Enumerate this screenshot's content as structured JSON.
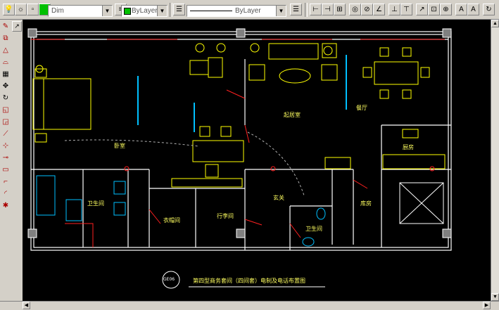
{
  "toolbar": {
    "layer_combo": "Dim",
    "color_combo": "ByLayer",
    "linetype_combo": "ByLayer",
    "lineweight_label": "",
    "right_buttons": [
      "dim-linear",
      "dim-aligned",
      "dim-ordinate",
      "dim-radius",
      "dim-diameter",
      "dim-angular",
      "dim-baseline",
      "dim-continue",
      "dim-leader",
      "dim-tolerance",
      "dim-center",
      "dim-edit",
      "dim-text-edit",
      "dim-update"
    ]
  },
  "drawing": {
    "rooms": {
      "living": "起居室",
      "dining": "餐厅",
      "bedroom": "卧室",
      "kitchen": "厨房",
      "bath_left": "卫生间",
      "closet": "衣帽间",
      "luggage": "行李间",
      "foyer": "玄关",
      "bath_right": "卫生间",
      "pantry": "库房"
    },
    "title_code": "GE06",
    "title_text": "第四型商务套间（四间套）电制及电话布置图"
  },
  "colors": {
    "canvas_bg": "#000000",
    "wall": "#ffffff",
    "furniture": "#ffff00",
    "electric": "#ff2020",
    "window": "#00c0ff",
    "label": "#ffff60"
  }
}
